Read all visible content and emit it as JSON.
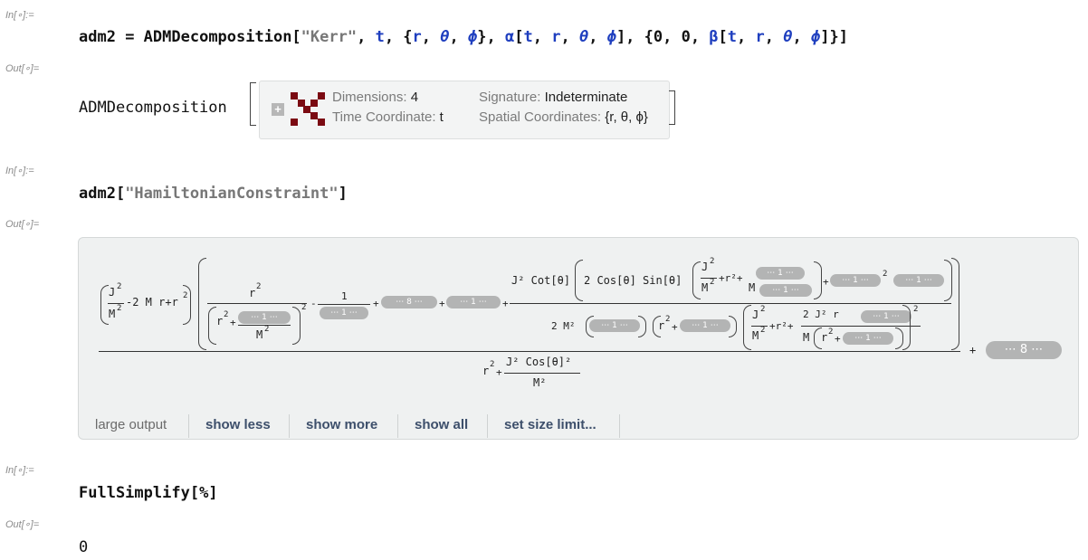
{
  "cells": {
    "in1_label": "In[∘]:=",
    "out1_label": "Out[∘]=",
    "in2_label": "In[∘]:=",
    "out2_label": "Out[∘]=",
    "in3_label": "In[∘]:=",
    "out3_label": "Out[∘]="
  },
  "input1": {
    "lhs": "adm2",
    "eq": " = ",
    "func": "ADMDecomposition[",
    "str": "\"Kerr\"",
    "rest1": ", ",
    "t": "t",
    "rest2": ", {",
    "r": "r",
    "c1": ", ",
    "theta": "θ",
    "c2": ", ",
    "phi": "ϕ",
    "rest3": "}, ",
    "alpha": "α",
    "br1": "[",
    "t2": "t",
    "c3": ", ",
    "r2": "r",
    "c4": ", ",
    "theta2": "θ",
    "c5": ", ",
    "phi2": "ϕ",
    "rest4": "], {0, 0, ",
    "beta": "β",
    "br2": "[",
    "t3": "t",
    "c6": ", ",
    "r3": "r",
    "c7": ", ",
    "theta3": "θ",
    "c8": ", ",
    "phi3": "ϕ",
    "rest5": "]}]"
  },
  "output1": {
    "head": "ADMDecomposition",
    "dimensions_key": "Dimensions:",
    "dimensions_val": "4",
    "time_key": "Time Coordinate:",
    "time_val": "t",
    "signature_key": "Signature:",
    "signature_val": "Indeterminate",
    "spatial_key": "Spatial Coordinates:",
    "spatial_val": "{r, θ, ϕ}",
    "expand_icon": "plus-icon",
    "icon_color": "#7b0a12"
  },
  "input2": {
    "lhs": "adm2[",
    "str": "\"HamiltonianConstraint\"",
    "close": "]"
  },
  "output2": {
    "expr": {
      "j2": "J",
      "sq": "2",
      "m2": "M",
      "minus2Mr": "-2 M r+r",
      "r2num": "r",
      "r2den": "r",
      "plus": "+",
      "elided1": "⋯ 1 ⋯",
      "elided8": "⋯ 8 ⋯",
      "one": "1",
      "minus": "-",
      "cot": "J² Cot[θ]",
      "twocos": "2 Cos[θ] Sin[θ]",
      "r2plus": "+r²+",
      "twoM2": "2 M²",
      "twoJ2r": "2 J² r",
      "Mden": "M",
      "r2plus_b": "+r²+",
      "bottom_r2": "r",
      "bottom_cos": "J² Cos[θ]²",
      "bottom_M2": "M²",
      "tail_plus": "+",
      "tail_elided": "⋯ 8 ⋯"
    },
    "toolbar": {
      "label": "large output",
      "show_less": "show less",
      "show_more": "show more",
      "show_all": "show all",
      "set_size_limit": "set size limit..."
    }
  },
  "input3": {
    "func": "FullSimplify[",
    "arg": "%",
    "close": "]"
  },
  "output3": {
    "value": "0"
  }
}
